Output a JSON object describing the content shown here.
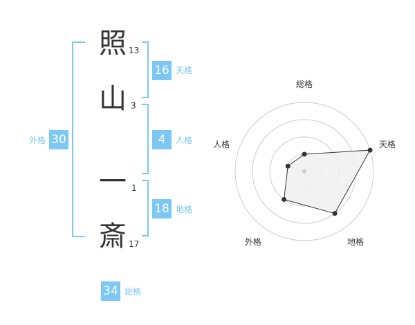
{
  "name": {
    "chars": [
      {
        "char": "照",
        "strokes": "13"
      },
      {
        "char": "山",
        "strokes": "3"
      },
      {
        "char": "一",
        "strokes": "1"
      },
      {
        "char": "斎",
        "strokes": "17"
      }
    ]
  },
  "kakusu": {
    "tenkaku": {
      "value": "16",
      "label": "天格"
    },
    "jinkaku": {
      "value": "4",
      "label": "人格"
    },
    "chikaku": {
      "value": "18",
      "label": "地格"
    },
    "gaikaku": {
      "value": "30",
      "label": "外格"
    },
    "soukaku": {
      "value": "34",
      "label": "総格"
    }
  },
  "radar": {
    "axes": [
      "総格",
      "天格",
      "地格",
      "外格",
      "人格"
    ],
    "levels": 4,
    "values": [
      0.25,
      1.0,
      0.75,
      0.5,
      0.25
    ],
    "colors": {
      "fill": "#f0f0f0",
      "line": "#333333",
      "ring": "#cccccc",
      "point": "#333333",
      "center": "#cccccc"
    }
  },
  "colors": {
    "accent": "#7cc7f4",
    "text": "#333333"
  }
}
